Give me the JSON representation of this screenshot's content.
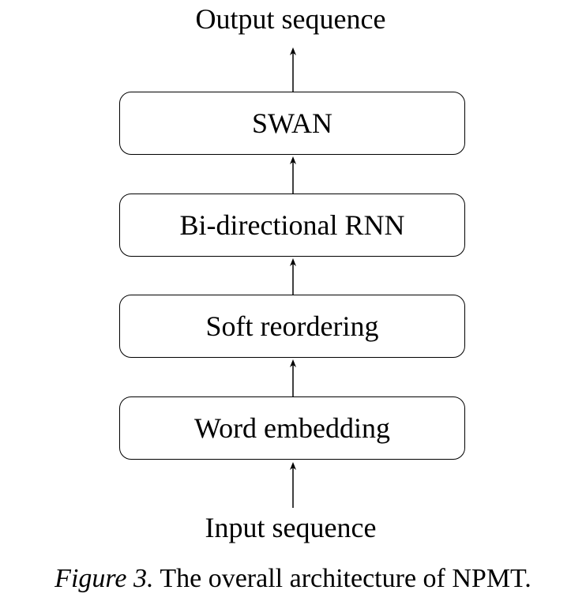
{
  "diagram": {
    "output_label": "Output sequence",
    "input_label": "Input sequence",
    "layers": {
      "swan": "SWAN",
      "birnn": "Bi-directional RNN",
      "soft_reordering": "Soft reordering",
      "word_embedding": "Word embedding"
    }
  },
  "caption": {
    "figure": "Figure 3.",
    "text": "The overall architecture of NPMT."
  }
}
